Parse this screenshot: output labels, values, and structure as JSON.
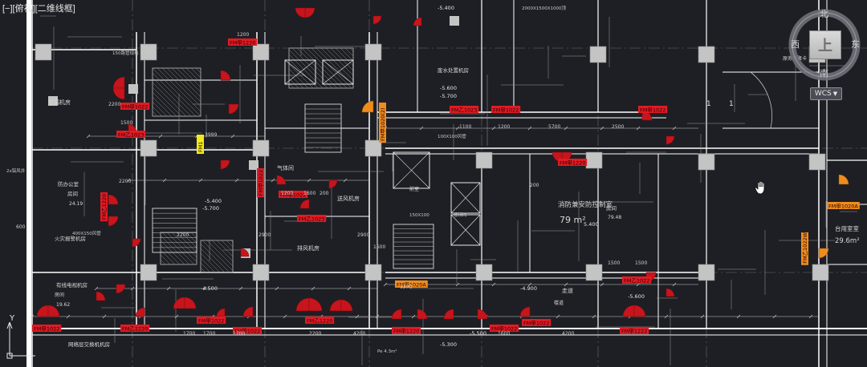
{
  "viewport": {
    "label_prefix": "[−]",
    "view_label": "[俯视]",
    "style_label": "[二维线框]"
  },
  "viewcube": {
    "north": "北",
    "south": "南",
    "east": "东",
    "west": "西",
    "face": "上",
    "wcs_label": "WCS",
    "wcs_dropdown_icon": "chevron-down-icon"
  },
  "cursor": {
    "icon": "pan-hand-icon"
  },
  "ucs": {
    "y_axis": "Y",
    "icon": "ucs-axis-icon"
  },
  "colors": {
    "background": "#1e1f24",
    "wall": "#ffffff",
    "door_red": "#c8141c",
    "tag_red": "#e01b24",
    "tag_orange": "#f08c1e",
    "tag_yellow": "#f3ea1c",
    "column": "#c4c4c4",
    "dim": "#cfcfcf"
  },
  "drawing": {
    "rooms": [
      {
        "t": "空调机房"
      },
      {
        "t": "防办公室"
      },
      {
        "t": "房间"
      },
      {
        "t": "24.19"
      },
      {
        "t": "火灾报警机房"
      },
      {
        "t": "有线电视机房"
      },
      {
        "t": "房间"
      },
      {
        "t": "19.62"
      },
      {
        "t": "消防兼安防控制室"
      },
      {
        "t": "房间"
      },
      {
        "t": "79.48"
      },
      {
        "t": "79 m²"
      },
      {
        "t": "台用室室"
      },
      {
        "t": "29.6m²"
      },
      {
        "t": "排风机房"
      },
      {
        "t": "送风机房"
      },
      {
        "t": "气体间"
      },
      {
        "t": "废水处置机房"
      },
      {
        "t": "原务员聚卡"
      },
      {
        "t": "网络层交换机机房"
      },
      {
        "t": "走道"
      },
      {
        "t": "前室"
      },
      {
        "t": "楼道"
      }
    ],
    "levels": [
      {
        "t": "-5.400"
      },
      {
        "t": "-5.600"
      },
      {
        "t": "-5.700"
      },
      {
        "t": "-4.500"
      },
      {
        "t": "-4.900"
      },
      {
        "t": "-5.300"
      },
      {
        "t": "-5.600"
      },
      {
        "t": "-5.400"
      },
      {
        "t": "-5.700"
      },
      {
        "t": "-5.500"
      },
      {
        "t": "5.400"
      }
    ],
    "dims": [
      {
        "t": "1200"
      },
      {
        "t": "1500"
      },
      {
        "t": "2200"
      },
      {
        "t": "1100"
      },
      {
        "t": "1200"
      },
      {
        "t": "5700"
      },
      {
        "t": "2500"
      },
      {
        "t": "1200"
      },
      {
        "t": "1600"
      },
      {
        "t": "200"
      },
      {
        "t": "2200"
      },
      {
        "t": "2900"
      },
      {
        "t": "2200"
      },
      {
        "t": "1500"
      },
      {
        "t": "1200"
      },
      {
        "t": "2900"
      },
      {
        "t": "1700"
      },
      {
        "t": "2200"
      },
      {
        "t": "4200"
      },
      {
        "t": "4200"
      },
      {
        "t": "1500"
      },
      {
        "t": "1700"
      },
      {
        "t": "3999"
      },
      {
        "t": "200"
      },
      {
        "t": "600"
      },
      {
        "t": "1700"
      },
      {
        "t": "1600"
      },
      {
        "t": "1500"
      }
    ],
    "notes": [
      {
        "t": "2000X1500X1000顶"
      },
      {
        "t": "100X100风管"
      },
      {
        "t": "150路管规格 1门柜"
      },
      {
        "t": "2x铝风井"
      },
      {
        "t": "400X150风管"
      },
      {
        "t": "150X100"
      },
      {
        "t": "楼梯间"
      },
      {
        "t": "Pe 4.3m²"
      }
    ],
    "tags_red": [
      {
        "t": "FM甲1220"
      },
      {
        "t": "FM甲1022"
      },
      {
        "t": "FM乙1023"
      },
      {
        "t": "FM甲1022"
      },
      {
        "t": "FM甲1022"
      },
      {
        "t": "FM乙1023"
      },
      {
        "t": "FM乙1023"
      },
      {
        "t": "FM甲1022"
      },
      {
        "t": "FM甲1022"
      },
      {
        "t": "FM甲1220"
      },
      {
        "t": "FM乙1220"
      },
      {
        "t": "FM甲1022"
      },
      {
        "t": "FM乙1220"
      },
      {
        "t": "FM甲1022"
      },
      {
        "t": "FM甲1022"
      },
      {
        "t": "FM乙1220"
      },
      {
        "t": "FM甲1220"
      },
      {
        "t": "FM甲1022"
      },
      {
        "t": "FM甲1022"
      },
      {
        "t": "FM甲1222"
      },
      {
        "t": "FM乙1022"
      }
    ],
    "tags_orange": [
      {
        "t": "FM甲1020(2)"
      },
      {
        "t": "FM甲1020A"
      },
      {
        "t": "FM甲1020A"
      },
      {
        "t": "FM乙1022W"
      }
    ],
    "tags_yellow": [
      {
        "t": "FM1"
      }
    ],
    "axis_labels": [
      {
        "t": "1"
      },
      {
        "t": "1"
      }
    ]
  }
}
